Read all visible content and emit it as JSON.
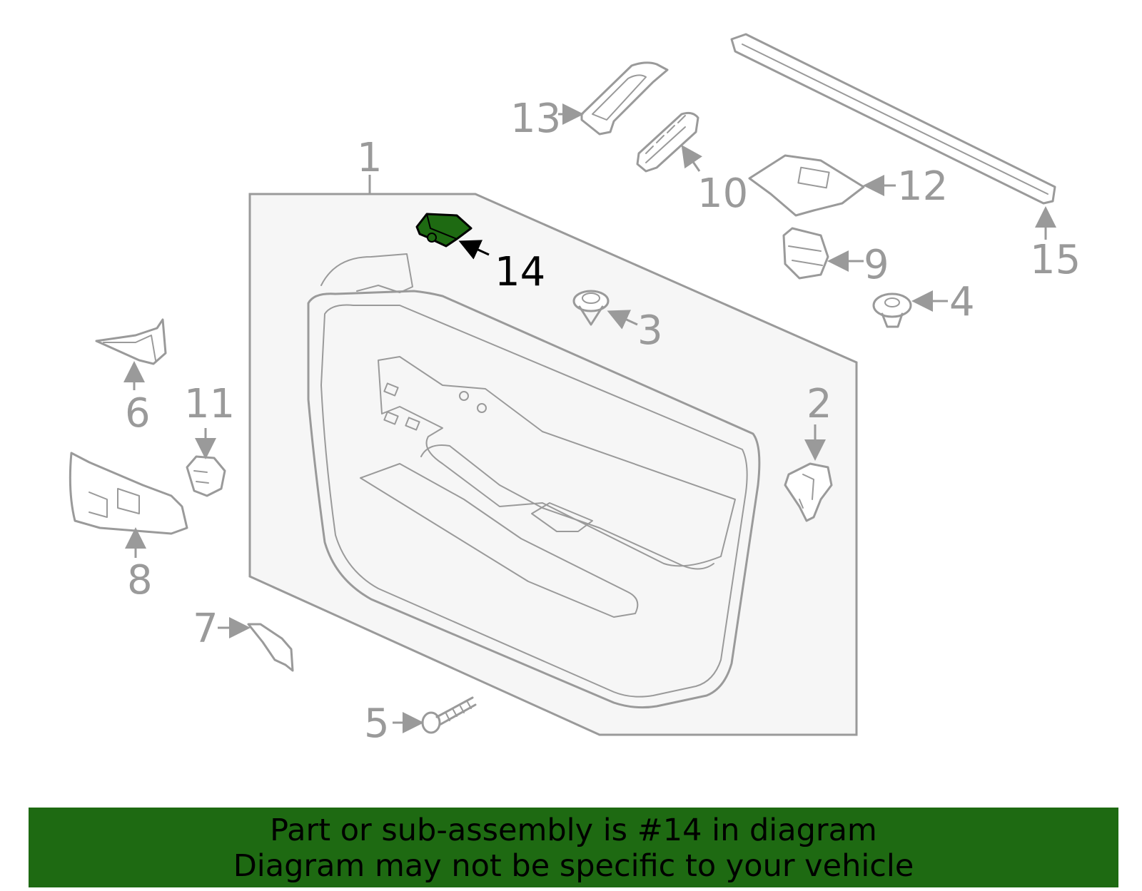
{
  "diagram": {
    "highlight_color": "#1e6a12",
    "line_color": "#9a9a9a",
    "highlighted_part": "14",
    "callouts": [
      "1",
      "2",
      "3",
      "4",
      "5",
      "6",
      "7",
      "8",
      "9",
      "10",
      "11",
      "12",
      "13",
      "14",
      "15"
    ]
  },
  "banner": {
    "line1": "Part or sub-assembly is #14 in diagram",
    "line2": "Diagram may not be specific to your vehicle",
    "background": "#1e6a12"
  }
}
